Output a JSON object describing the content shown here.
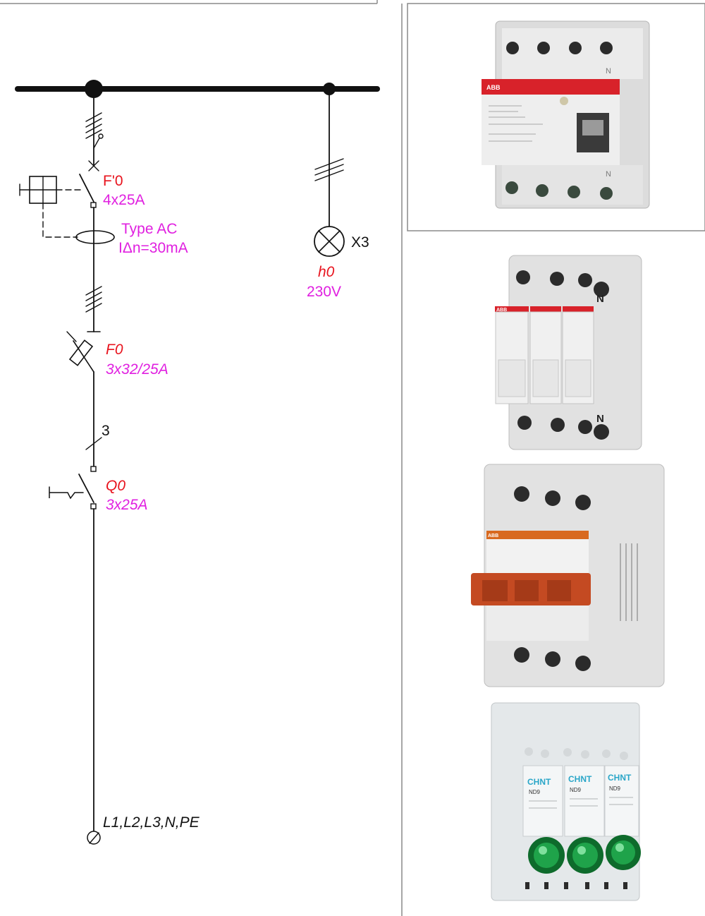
{
  "colors": {
    "line": "#111111",
    "designation": "#e8141e",
    "rating": "#e020e0",
    "panel_border": "#8a8a8a"
  },
  "schematic": {
    "rcd": {
      "designation": "F'0",
      "rating": "4x25A",
      "type": "Type AC",
      "sensitivity": "IΔn=30mA"
    },
    "lamp": {
      "terminal": "X3",
      "designation": "h0",
      "voltage": "230V"
    },
    "fuse": {
      "designation": "F0",
      "rating": "3x32/25A"
    },
    "wire_count": "3",
    "breaker": {
      "designation": "Q0",
      "rating": "3x25A"
    },
    "terminal": {
      "label": "L1,L2,L3,N,PE"
    }
  },
  "photos": {
    "rcd_photo": {
      "icon": "rcd-device-icon",
      "brand": "ABB",
      "mark_top": "N",
      "mark_bottom": "N"
    },
    "fuse_photo": {
      "icon": "fuse-holder-icon",
      "brand": "ABB",
      "mark_top": "N",
      "mark_bottom": "N"
    },
    "breaker_photo": {
      "icon": "switch-disconnector-icon",
      "brand": "ABB"
    },
    "lamp_photo": {
      "icon": "indicator-lamp-icon",
      "brand": "CHNT",
      "model": "ND9"
    }
  }
}
